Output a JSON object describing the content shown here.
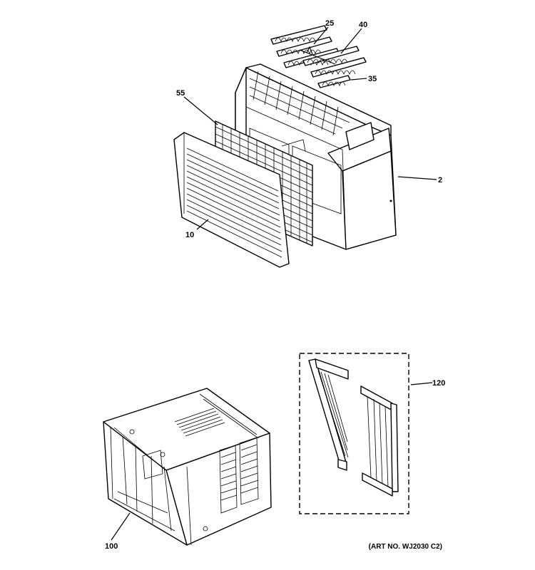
{
  "callouts": {
    "c25": "25",
    "c40": "40",
    "c35": "35",
    "c55": "55",
    "c2": "2",
    "c10": "10",
    "c120": "120",
    "c100": "100"
  },
  "art_number": "(ART NO. WJ2030 C2)"
}
